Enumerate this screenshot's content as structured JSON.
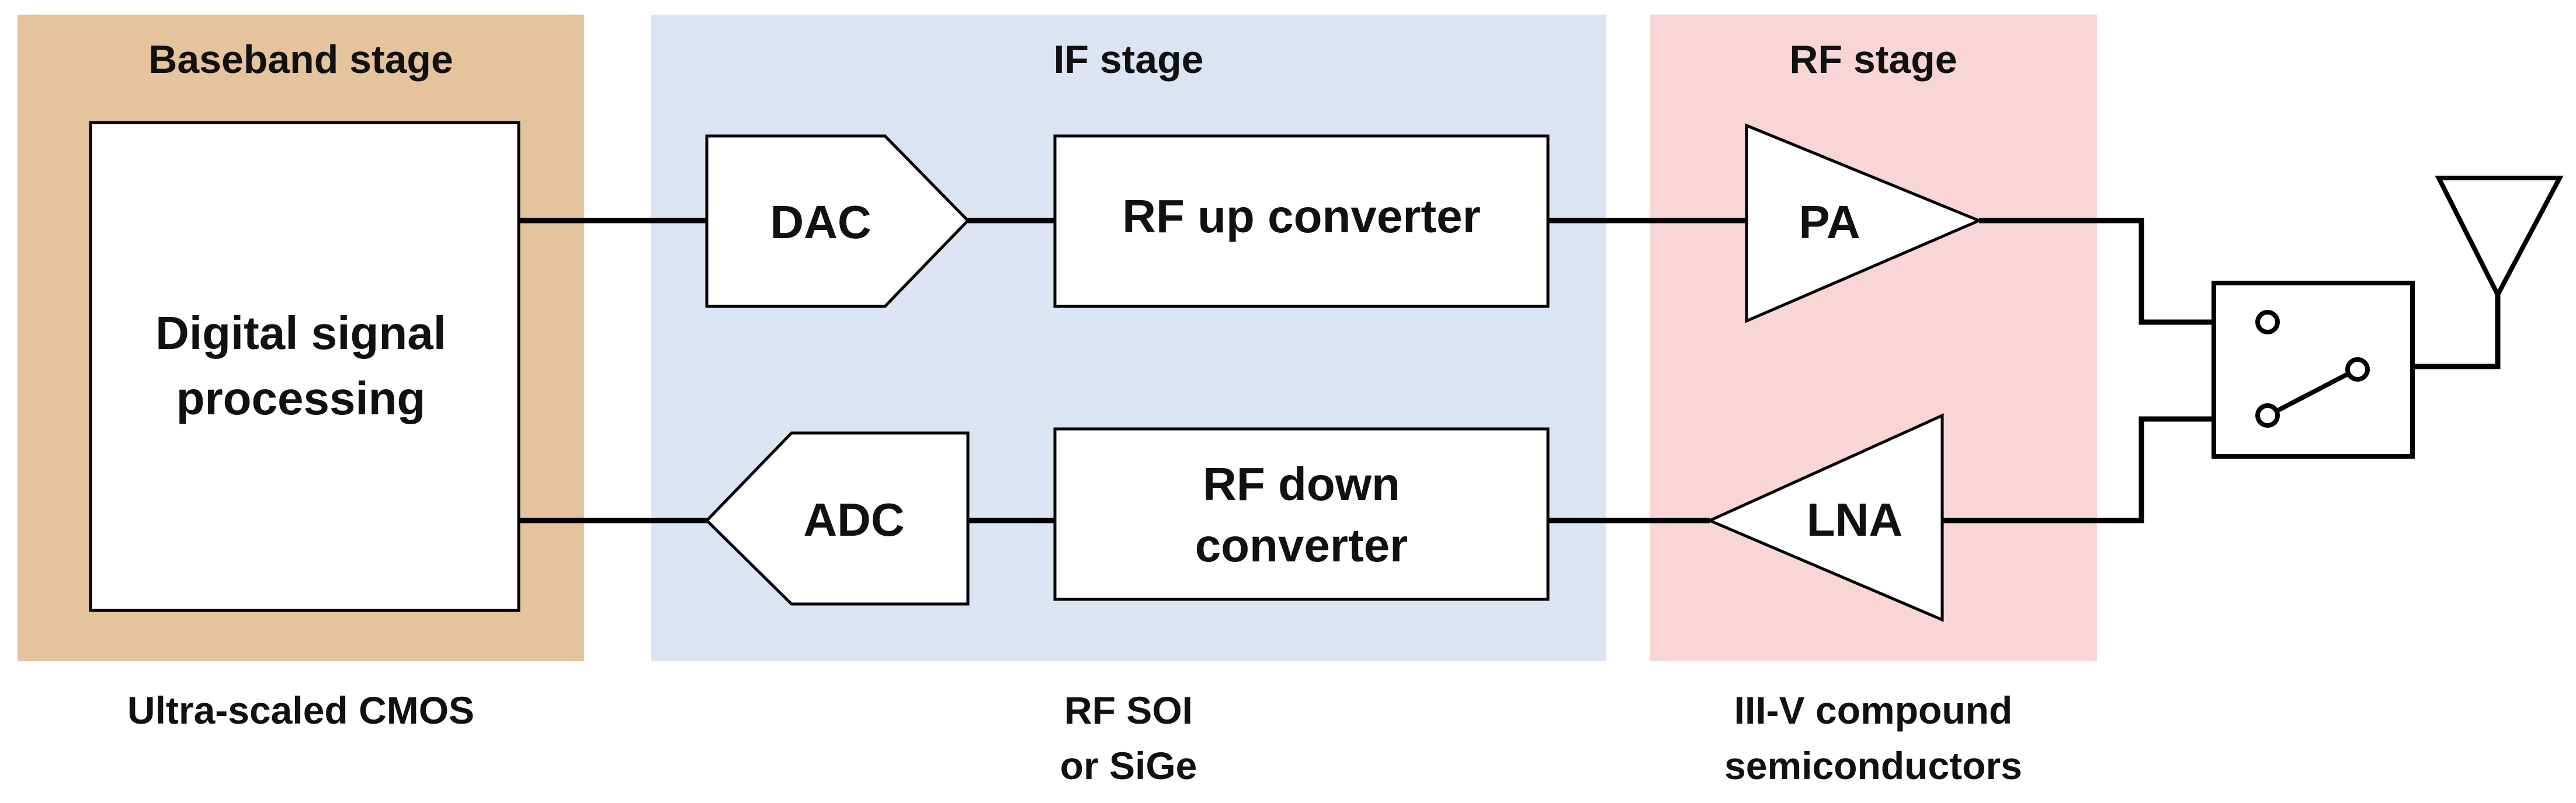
{
  "colors": {
    "baseband_bg": "#e4c39d",
    "if_bg": "#dbe4f2",
    "rf_bg": "#f9d6d6",
    "line": "#000000",
    "block_fill": "#ffffff"
  },
  "stages": {
    "baseband": {
      "title": "Baseband stage",
      "technology": "Ultra-scaled CMOS"
    },
    "if": {
      "title": "IF stage",
      "technology_line1": "RF SOI",
      "technology_line2": "or SiGe"
    },
    "rf": {
      "title": "RF stage",
      "technology_line1": "III-V compound",
      "technology_line2": "semiconductors"
    }
  },
  "blocks": {
    "dsp": {
      "line1": "Digital signal",
      "line2": "processing"
    },
    "dac": "DAC",
    "adc": "ADC",
    "up_converter": "RF up converter",
    "down_converter": {
      "line1": "RF down",
      "line2": "converter"
    },
    "pa": "PA",
    "lna": "LNA"
  },
  "icons": {
    "switch": "tx-rx-switch-icon",
    "antenna": "antenna-icon"
  }
}
